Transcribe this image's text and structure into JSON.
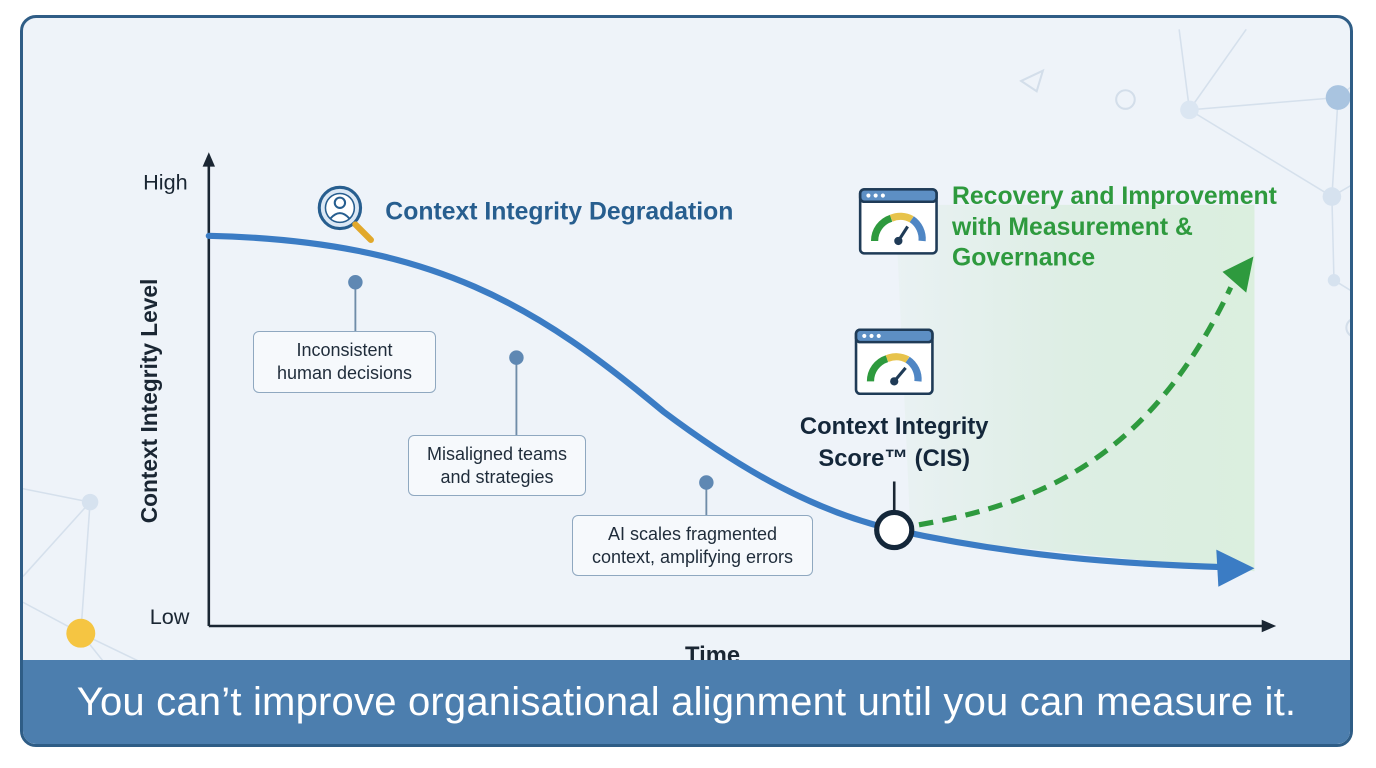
{
  "axes": {
    "y_high": "High",
    "y_low": "Low",
    "y_title": "Context Integrity Level",
    "x_title": "Time"
  },
  "degradation": {
    "title": "Context Integrity Degradation",
    "icon": "person-magnifier-icon"
  },
  "annotations": [
    {
      "line1": "Inconsistent",
      "line2": "human decisions"
    },
    {
      "line1": "Misaligned teams",
      "line2": "and strategies"
    },
    {
      "line1": "AI scales fragmented",
      "line2": "context, amplifying errors"
    }
  ],
  "cis": {
    "line1": "Context Integrity",
    "line2": "Score™ (CIS)",
    "icon": "gauge-dashboard-icon"
  },
  "recovery": {
    "line1": "Recovery and Improvement",
    "line2": "with Measurement &",
    "line3": "Governance",
    "icon": "gauge-dashboard-icon"
  },
  "banner": "You can’t improve organisational alignment until you can measure it.",
  "colors": {
    "frame": "#2f5d86",
    "curve": "#3b7cc4",
    "recovery": "#2e9a3e",
    "title_blue": "#275e8f",
    "banner_bg": "#4c7eae"
  }
}
